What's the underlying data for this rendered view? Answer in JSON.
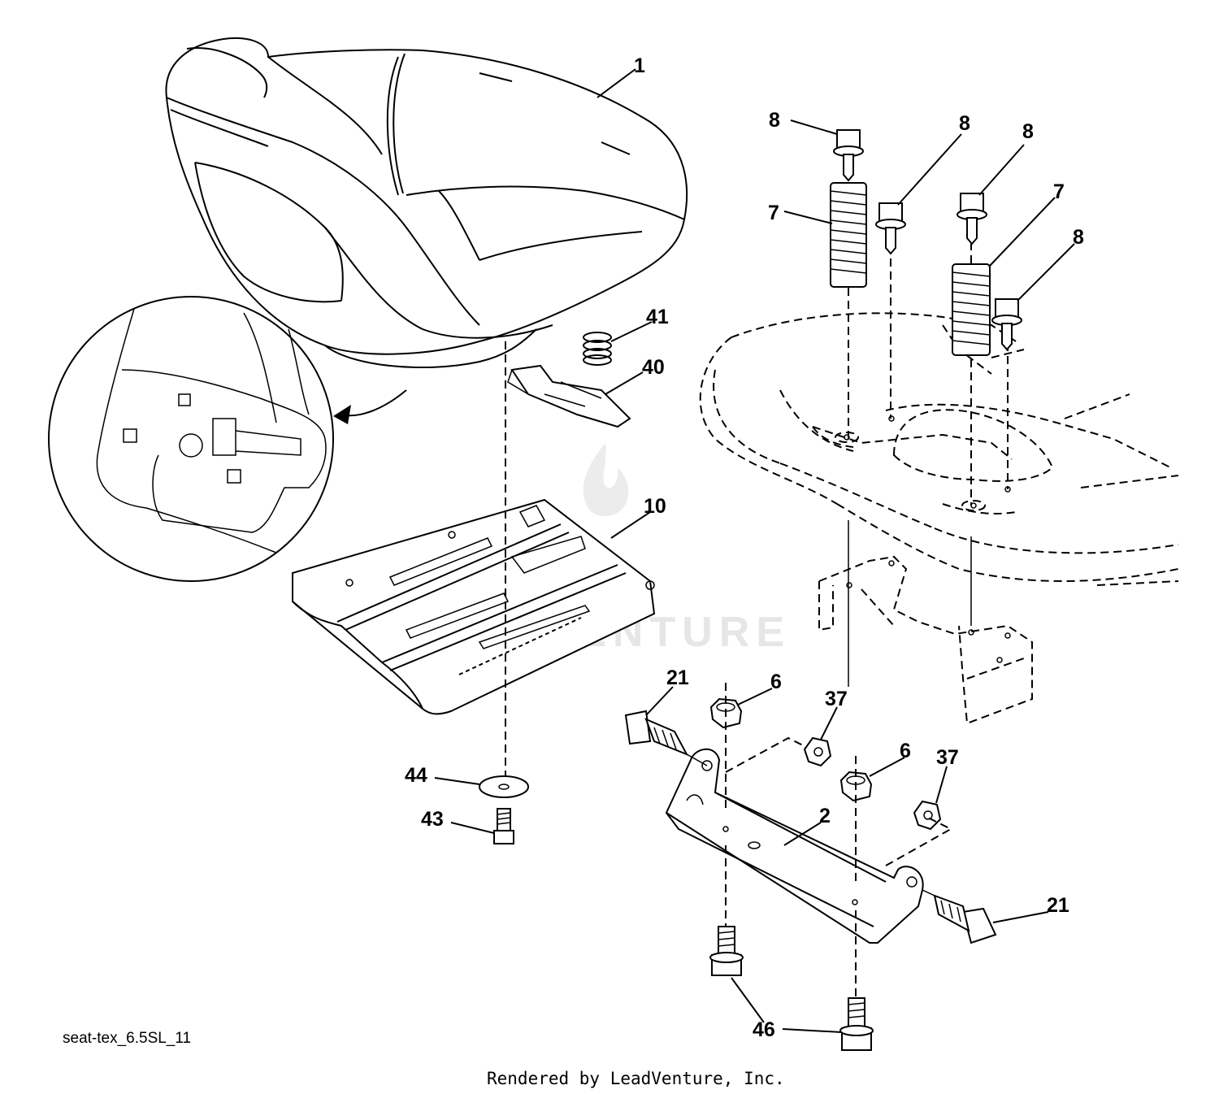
{
  "diagram": {
    "callouts": [
      {
        "id": "c1",
        "label": "1"
      },
      {
        "id": "c8a",
        "label": "8"
      },
      {
        "id": "c8b",
        "label": "8"
      },
      {
        "id": "c8c",
        "label": "8"
      },
      {
        "id": "c8d",
        "label": "8"
      },
      {
        "id": "c7a",
        "label": "7"
      },
      {
        "id": "c7b",
        "label": "7"
      },
      {
        "id": "c41",
        "label": "41"
      },
      {
        "id": "c40",
        "label": "40"
      },
      {
        "id": "c10",
        "label": "10"
      },
      {
        "id": "c21a",
        "label": "21"
      },
      {
        "id": "c6a",
        "label": "6"
      },
      {
        "id": "c37a",
        "label": "37"
      },
      {
        "id": "c6b",
        "label": "6"
      },
      {
        "id": "c37b",
        "label": "37"
      },
      {
        "id": "c2",
        "label": "2"
      },
      {
        "id": "c44",
        "label": "44"
      },
      {
        "id": "c43",
        "label": "43"
      },
      {
        "id": "c21b",
        "label": "21"
      },
      {
        "id": "c46",
        "label": "46"
      }
    ],
    "caption": "seat-tex_6.5SL_11",
    "watermark": "LEADVENTURE"
  },
  "footer": {
    "text": "Rendered by LeadVenture, Inc."
  }
}
